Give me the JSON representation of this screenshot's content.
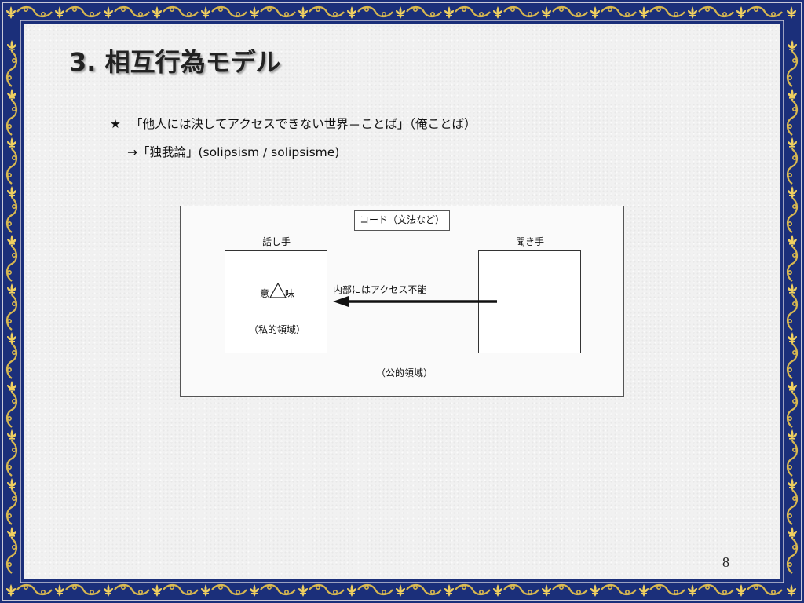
{
  "slide": {
    "title": "3. 相互行為モデル",
    "bullet_star": "★",
    "bullet_text": "「他人には決してアクセスできない世界＝ことば」（俺ことば）",
    "sub_text": "→「独我論」(solipsism / solipsisme)",
    "page_number": "8"
  },
  "diagram": {
    "code_label": "コード（文法など）",
    "speaker_label": "話し手",
    "listener_label": "聞き手",
    "meaning_left": "意",
    "meaning_right": "味",
    "private_label": "（私的領域）",
    "arrow_label": "内部にはアクセス不能",
    "public_label": "（公的領域）"
  },
  "colors": {
    "frame": "#1b2f7a",
    "frame_ornament": "#d8b850",
    "page_background": "#f1f1f1"
  }
}
